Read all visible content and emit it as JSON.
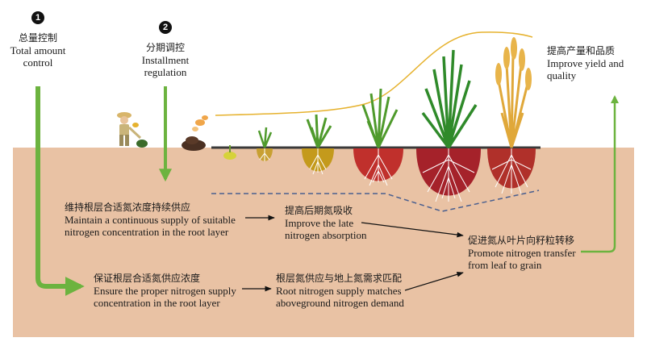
{
  "steps": {
    "total": {
      "badge": "1",
      "zh": "总量控制",
      "en_line1": "Total amount",
      "en_line2": "control"
    },
    "install": {
      "badge": "2",
      "zh": "分期调控",
      "en_line1": "Installment",
      "en_line2": "regulation"
    }
  },
  "goal": {
    "zh": "提高产量和品质",
    "en_line1": "Improve yield and",
    "en_line2": "quality"
  },
  "boxes": {
    "continuous": {
      "zh": "维持根层合适氮浓度持续供应",
      "en_line1": "Maintain a continuous supply of suitable",
      "en_line2": "nitrogen concentration in the root layer"
    },
    "late": {
      "zh": "提高后期氮吸收",
      "en_line1": "Improve the late",
      "en_line2": "nitrogen absorption"
    },
    "transfer": {
      "zh": "促进氮从叶片向籽粒转移",
      "en_line1": "Promote nitrogen transfer",
      "en_line2": "from leaf to grain"
    },
    "proper": {
      "zh": "保证根层合适氮供应浓度",
      "en_line1": "Ensure the proper nitrogen supply",
      "en_line2": "concentration in the root layer"
    },
    "match": {
      "zh": "根层氮供应与地上氮需求匹配",
      "en_line1": "Root nitrogen supply matches",
      "en_line2": "aboveground nitrogen demand"
    }
  },
  "colors": {
    "soil": "#e9c2a4",
    "arrow_green": "#6cb33f",
    "curve": "#e6b22e",
    "dashed": "#4a5f8f",
    "root_red": "#c0302c",
    "root_dark": "#7a1420",
    "root_yellow": "#c49a1c",
    "leaf": "#4f9a2c",
    "wheat": "#e8b44a"
  }
}
